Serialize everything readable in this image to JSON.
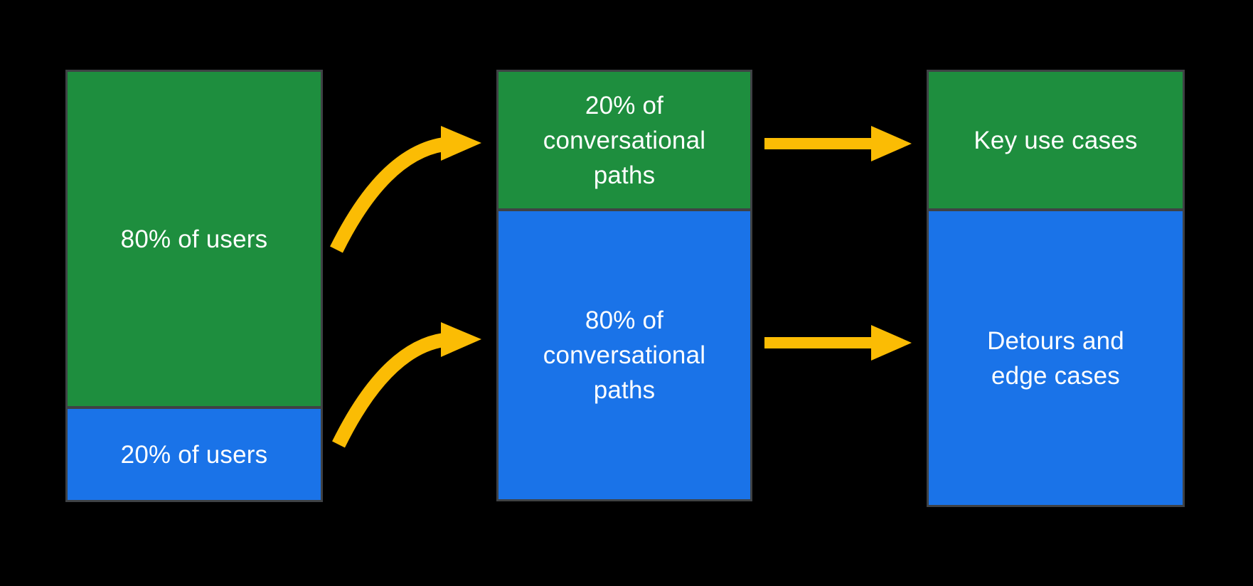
{
  "colors": {
    "background": "#000000",
    "green": "#1e8e3e",
    "blue": "#1a73e8",
    "arrow": "#fbbc04",
    "divider": "#3f4245",
    "label": "#ffffff"
  },
  "diagram": {
    "description_visible_text_only": "",
    "columns": [
      {
        "id": "users",
        "segments": [
          {
            "color": "green",
            "label": "80% of users"
          },
          {
            "color": "blue",
            "label": "20% of users"
          }
        ]
      },
      {
        "id": "conversational-paths",
        "segments": [
          {
            "color": "green",
            "label": "20% of\nconversational\npaths"
          },
          {
            "color": "blue",
            "label": "80% of\nconversational\npaths"
          }
        ]
      },
      {
        "id": "outcomes",
        "segments": [
          {
            "color": "green",
            "label": "Key use cases"
          },
          {
            "color": "blue",
            "label": "Detours and\nedge cases"
          }
        ]
      }
    ],
    "arrows": [
      {
        "id": "curved-arrow-top",
        "from": "80% of users",
        "to": "20% of conversational paths"
      },
      {
        "id": "curved-arrow-bottom",
        "from": "20% of users",
        "to": "80% of conversational paths"
      },
      {
        "id": "straight-arrow-top",
        "from": "20% of conversational paths",
        "to": "Key use cases"
      },
      {
        "id": "straight-arrow-bottom",
        "from": "80% of conversational paths",
        "to": "Detours and edge cases"
      }
    ]
  }
}
